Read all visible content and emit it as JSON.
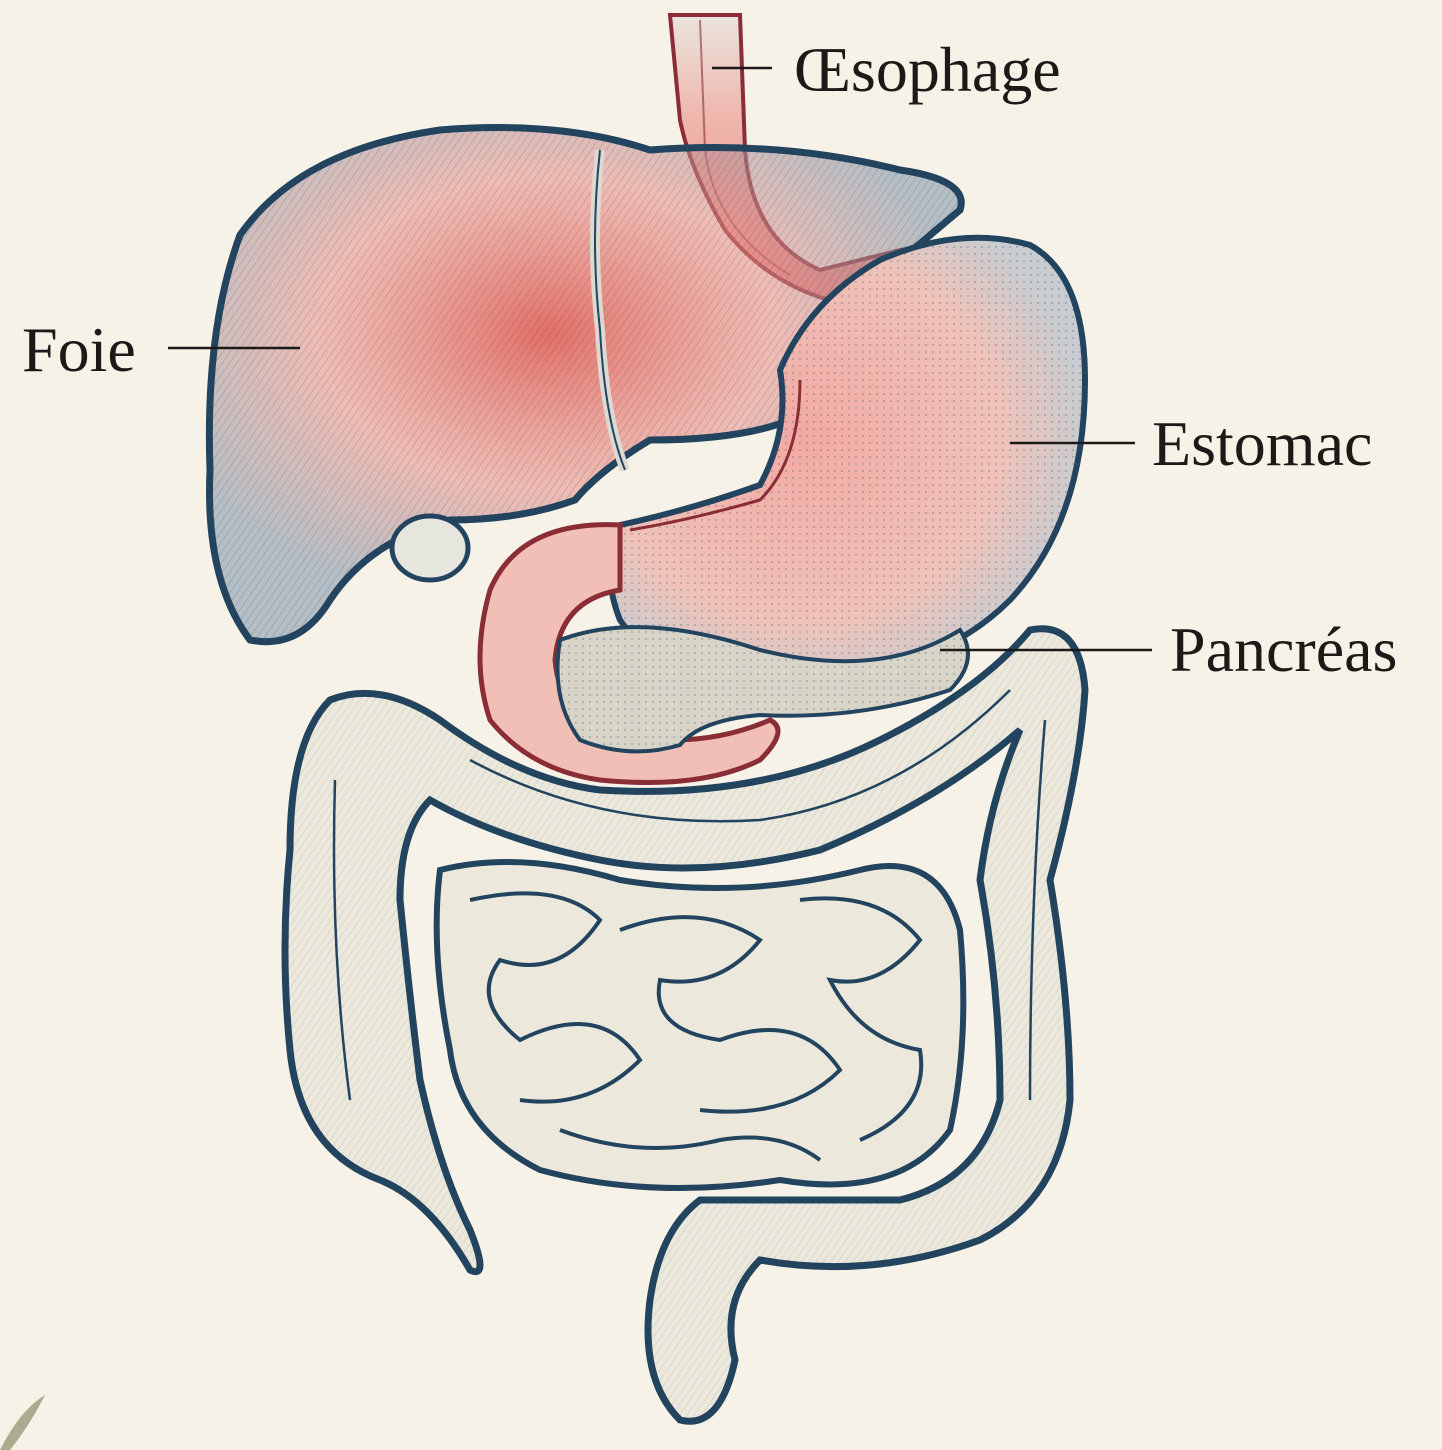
{
  "labels": {
    "oesophage": "Œsophage",
    "foie": "Foie",
    "estomac": "Estomac",
    "pancreas": "Pancréas"
  },
  "colors": {
    "background": "#f7f2e8",
    "outline": "#23445f",
    "highlight_red": "#d9454a",
    "intestine_fill": "#ece9dc",
    "label_text": "#1c1a18"
  }
}
